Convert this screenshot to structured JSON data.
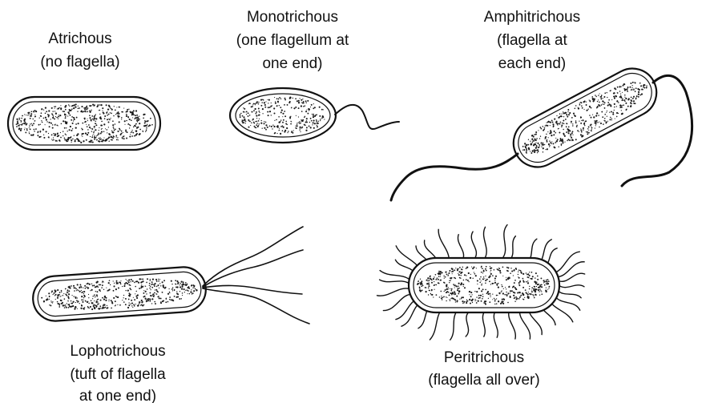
{
  "figure": {
    "background": "#ffffff",
    "ink_color": "#111111"
  },
  "bacteria": [
    {
      "id": "atrichous",
      "name": "Atrichous",
      "description": "(no flagella)"
    },
    {
      "id": "monotrichous",
      "name": "Monotrichous",
      "description_lines": [
        "(one flagellum at",
        "one end)"
      ]
    },
    {
      "id": "amphitrichous",
      "name": "Amphitrichous",
      "description_lines": [
        "(flagella at",
        "each end)"
      ]
    },
    {
      "id": "lophotrichous",
      "name": "Lophotrichous",
      "description_lines": [
        "(tuft of flagella",
        "at one end)"
      ]
    },
    {
      "id": "peritrichous",
      "name": "Peritrichous",
      "description": "(flagella all over)"
    }
  ]
}
